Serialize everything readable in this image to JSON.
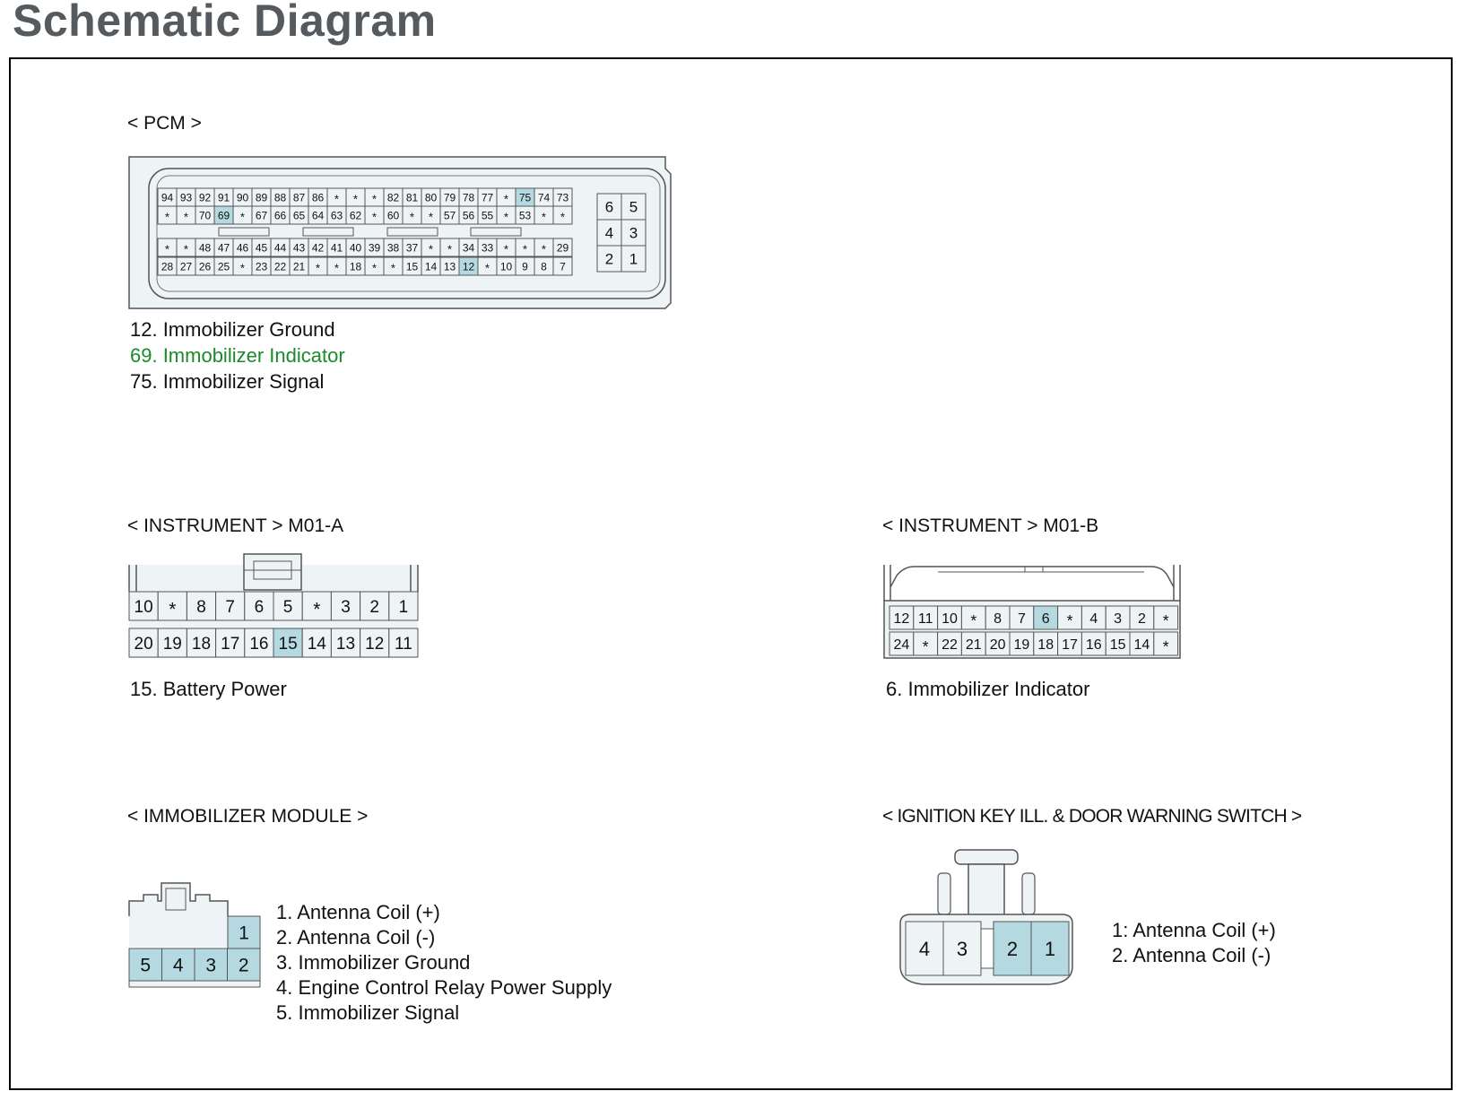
{
  "page": {
    "title": "Schematic Diagram"
  },
  "colors": {
    "highlight": "#b4d9e1",
    "connector": "#eef4f6",
    "outline": "#555555",
    "indicator_text": "#1a8a2a"
  },
  "pcm": {
    "title": "< PCM >",
    "main_rows": [
      [
        "94",
        "93",
        "92",
        "91",
        "90",
        "89",
        "88",
        "87",
        "86",
        "*",
        "*",
        "*",
        "82",
        "81",
        "80",
        "79",
        "78",
        "77",
        "*",
        "75",
        "74",
        "73"
      ],
      [
        "*",
        "*",
        "70",
        "69",
        "*",
        "67",
        "66",
        "65",
        "64",
        "63",
        "62",
        "*",
        "60",
        "*",
        "*",
        "57",
        "56",
        "55",
        "*",
        "53",
        "*",
        "*"
      ],
      [
        "*",
        "*",
        "48",
        "47",
        "46",
        "45",
        "44",
        "43",
        "42",
        "41",
        "40",
        "39",
        "38",
        "37",
        "*",
        "*",
        "34",
        "33",
        "*",
        "*",
        "*",
        "29"
      ],
      [
        "28",
        "27",
        "26",
        "25",
        "*",
        "23",
        "22",
        "21",
        "*",
        "*",
        "18",
        "*",
        "*",
        "15",
        "14",
        "13",
        "12",
        "*",
        "10",
        "9",
        "8",
        "7"
      ]
    ],
    "side_rows": [
      [
        "6",
        "5"
      ],
      [
        "4",
        "3"
      ],
      [
        "2",
        "1"
      ]
    ],
    "highlighted": [
      "75",
      "69",
      "12"
    ],
    "pins": [
      {
        "text": "12. Immobilizer Ground"
      },
      {
        "text": "69. Immobilizer Indicator"
      },
      {
        "text": "75. Immobilizer Signal"
      }
    ]
  },
  "instrument_a": {
    "title": "< INSTRUMENT > M01-A",
    "rows": [
      [
        "10",
        "*",
        "8",
        "7",
        "6",
        "5",
        "*",
        "3",
        "2",
        "1"
      ],
      [
        "20",
        "19",
        "18",
        "17",
        "16",
        "15",
        "14",
        "13",
        "12",
        "11"
      ]
    ],
    "highlighted": [
      "15"
    ],
    "pins": [
      {
        "text": "15. Battery Power"
      }
    ]
  },
  "instrument_b": {
    "title": "< INSTRUMENT > M01-B",
    "rows": [
      [
        "12",
        "11",
        "10",
        "*",
        "8",
        "7",
        "6",
        "*",
        "4",
        "3",
        "2",
        "*"
      ],
      [
        "24",
        "*",
        "22",
        "21",
        "20",
        "19",
        "18",
        "17",
        "16",
        "15",
        "14",
        "*"
      ]
    ],
    "highlighted": [
      "6"
    ],
    "pins": [
      {
        "text": "6. Immobilizer Indicator"
      }
    ]
  },
  "immobilizer_module": {
    "title": "< IMMOBILIZER MODULE >",
    "top_row": [
      "1"
    ],
    "bottom_row": [
      "5",
      "4",
      "3",
      "2"
    ],
    "pins": [
      {
        "text": "1. Antenna Coil (+)"
      },
      {
        "text": "2. Antenna Coil (-)"
      },
      {
        "text": "3. Immobilizer Ground"
      },
      {
        "text": "4. Engine Control Relay Power Supply"
      },
      {
        "text": "5. Immobilizer Signal"
      }
    ]
  },
  "ignition_switch": {
    "title": "< IGNITION KEY ILL. & DOOR WARNING SWITCH >",
    "row": [
      "4",
      "3",
      "2",
      "1"
    ],
    "highlighted": [
      "2",
      "1"
    ],
    "pins": [
      {
        "text": "1: Antenna Coil (+)"
      },
      {
        "text": "2. Antenna Coil (-)"
      }
    ]
  }
}
